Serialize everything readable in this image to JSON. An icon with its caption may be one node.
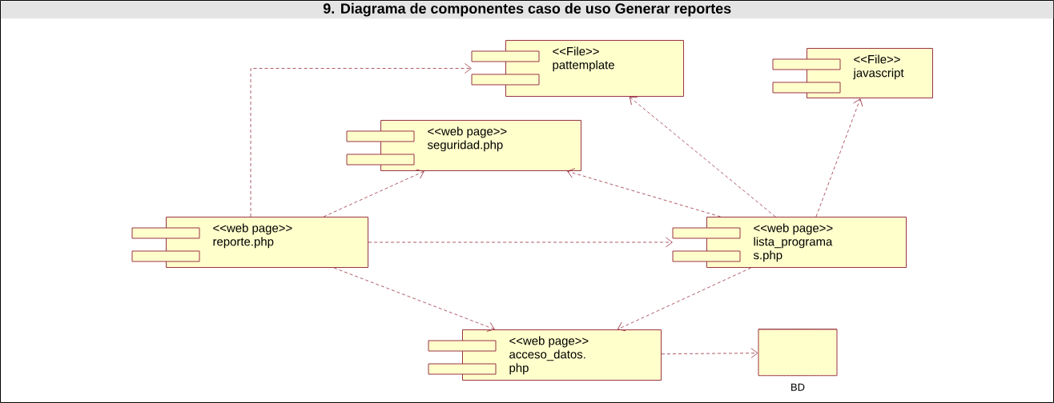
{
  "diagram": {
    "title": "9. Diagrama de componentes caso de uso Generar reportes",
    "nodes": [
      {
        "text": [
          "<<File>>",
          "pattemplate"
        ]
      },
      {
        "text": [
          "<<File>>",
          "javascript"
        ]
      },
      {
        "text": [
          "<<web page>>",
          "seguridad.php"
        ]
      },
      {
        "text": [
          "<<web page>>",
          "reporte.php"
        ]
      },
      {
        "text": [
          "<<web page>>",
          "lista_programa s.php"
        ]
      },
      {
        "text": [
          "<<web page>>",
          "acceso_datos. php"
        ]
      },
      {
        "text": [],
        "shape": "cylinder",
        "beside": [
          "BD"
        ]
      }
    ],
    "edges": [
      {
        "from": 3,
        "to": 0,
        "arrow": "to",
        "style": "dashed"
      },
      {
        "from": 3,
        "to": 2,
        "arrow": "to",
        "style": "dashed"
      },
      {
        "from": 3,
        "to": 4,
        "arrow": "to",
        "style": "dashed"
      },
      {
        "from": 3,
        "to": 5,
        "arrow": "to",
        "style": "dashed"
      },
      {
        "from": 4,
        "to": 0,
        "arrow": "to",
        "style": "dashed"
      },
      {
        "from": 4,
        "to": 1,
        "arrow": "to",
        "style": "dashed"
      },
      {
        "from": 4,
        "to": 2,
        "arrow": "to",
        "style": "dashed"
      },
      {
        "from": 4,
        "to": 5,
        "arrow": "to",
        "style": "dashed"
      },
      {
        "from": 5,
        "to": 6,
        "arrow": "to",
        "style": "dashed"
      }
    ]
  }
}
